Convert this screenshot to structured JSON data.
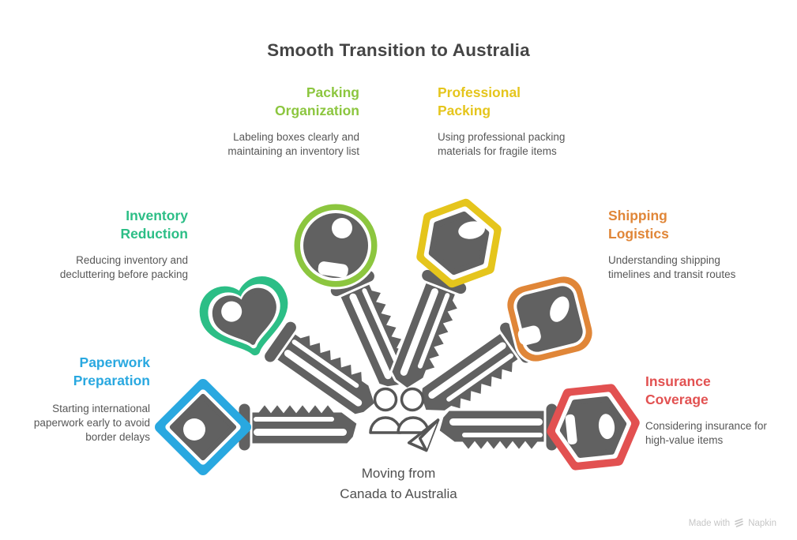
{
  "title": "Smooth Transition to Australia",
  "items": [
    {
      "id": "packing-organization",
      "icon": "key",
      "label": "Packing Organization",
      "description": "Labeling boxes clearly and maintaining an inventory list",
      "color": "#8CC63F"
    },
    {
      "id": "professional-packing",
      "icon": "key",
      "label": "Professional Packing",
      "description": "Using professional packing materials for fragile items",
      "color": "#E5C51C"
    },
    {
      "id": "inventory-reduction",
      "icon": "key",
      "label": "Inventory Reduction",
      "description": "Reducing inventory and decluttering before packing",
      "color": "#2CBE86"
    },
    {
      "id": "shipping-logistics",
      "icon": "key",
      "label": "Shipping Logistics",
      "description": "Understanding shipping timelines and transit routes",
      "color": "#E08638"
    },
    {
      "id": "paperwork-preparation",
      "icon": "key",
      "label": "Paperwork Preparation",
      "description": "Starting international paperwork early to avoid border delays",
      "color": "#29A8E0"
    },
    {
      "id": "insurance-coverage",
      "icon": "key",
      "label": "Insurance Coverage",
      "description": "Considering insurance for high-value items",
      "color": "#E25151"
    }
  ],
  "center": {
    "icon": "people-with-plane",
    "line1": "Moving from",
    "line2": "Canada to Australia"
  },
  "footer": {
    "made_with": "Made with",
    "brand": "Napkin",
    "icon": "napkin-logo"
  },
  "colors": {
    "background": "#FFFFFF",
    "key_gray": "#616161",
    "title_text": "#454545",
    "body_text": "#575757",
    "center_text": "#4F4F4F",
    "footer_text": "#C6C6C6"
  }
}
